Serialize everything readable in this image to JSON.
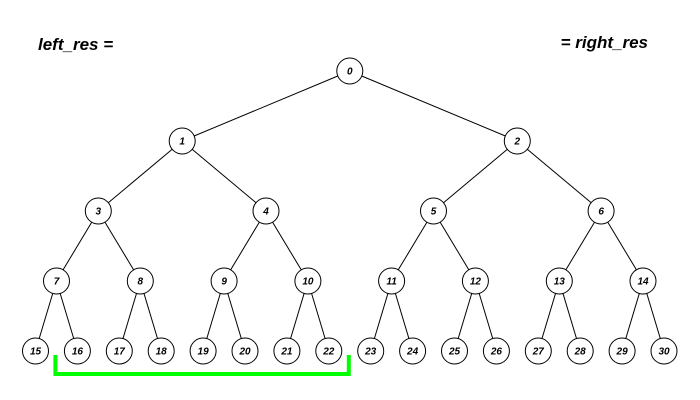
{
  "labels": {
    "left": "left_res =",
    "right": "= right_res"
  },
  "tree": {
    "nodes": [
      "0",
      "1",
      "2",
      "3",
      "4",
      "5",
      "6",
      "7",
      "8",
      "9",
      "10",
      "11",
      "12",
      "13",
      "14",
      "15",
      "16",
      "17",
      "18",
      "19",
      "20",
      "21",
      "22",
      "23",
      "24",
      "25",
      "26",
      "27",
      "28",
      "29",
      "30"
    ],
    "highlight_range": {
      "from": "16",
      "to": "22"
    }
  },
  "colors": {
    "highlight": "#00ff00",
    "node_stroke": "#000000",
    "node_fill": "#ffffff"
  }
}
